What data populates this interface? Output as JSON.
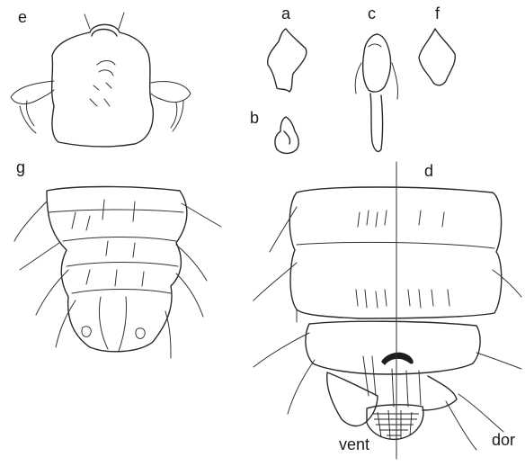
{
  "figure": {
    "panel_labels": {
      "a": "a",
      "b": "b",
      "c": "c",
      "d": "d",
      "e": "e",
      "f": "f",
      "g": "g"
    },
    "annotations": {
      "ventral": "vent",
      "dorsal": "dor"
    }
  }
}
